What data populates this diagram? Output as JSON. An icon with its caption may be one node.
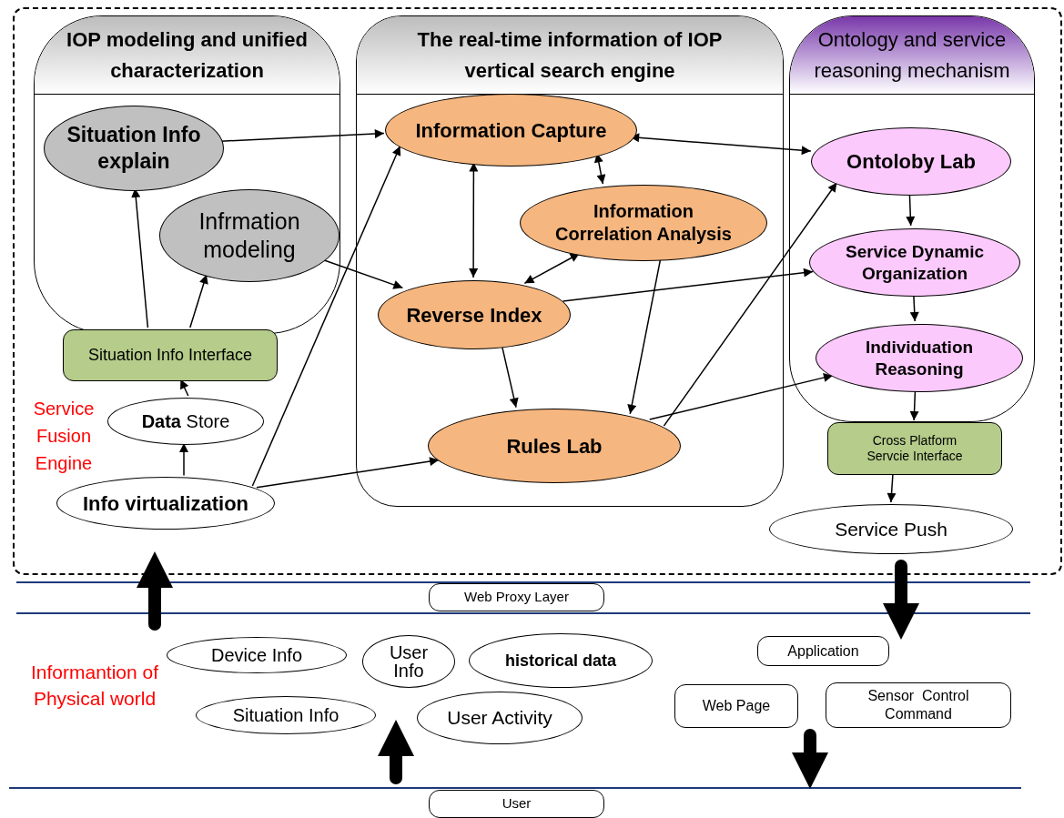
{
  "diagram": {
    "nodes": [
      {
        "text": [
          "Service Fusion Engine"
        ]
      },
      {
        "text": [
          "IOP modeling and unified characterization"
        ],
        "in": 0
      },
      {
        "text": [
          "The real-time information of IOP vertical search engine"
        ],
        "in": 0
      },
      {
        "text": [
          "Ontology and service reasoning mechanism"
        ],
        "in": 0
      },
      {
        "text": [
          "Situation Info explain"
        ],
        "in": 1
      },
      {
        "text": [
          "Infrmation modeling"
        ],
        "in": 1
      },
      {
        "text": [
          "Situation Info Interface"
        ],
        "in": 0
      },
      {
        "text": [
          "**Data** Store"
        ],
        "in": 0
      },
      {
        "text": [
          "Info virtualization"
        ],
        "in": 0
      },
      {
        "text": [
          "Information Capture"
        ],
        "in": 2
      },
      {
        "text": [
          "Information Correlation Analysis"
        ],
        "in": 2
      },
      {
        "text": [
          "Reverse Index"
        ],
        "in": 2
      },
      {
        "text": [
          "Rules Lab"
        ],
        "in": 2
      },
      {
        "text": [
          "Ontoloby Lab"
        ],
        "in": 3
      },
      {
        "text": [
          "Service Dynamic Organization"
        ],
        "in": 3
      },
      {
        "text": [
          "Individuation Reasoning"
        ],
        "in": 3
      },
      {
        "text": [
          "Cross Platform Servcie Interface"
        ],
        "in": 0
      },
      {
        "text": [
          "Service Push"
        ],
        "in": 0
      },
      {
        "text": [
          "Web Proxy Layer"
        ]
      },
      {
        "text": [
          "Device Info"
        ]
      },
      {
        "text": [
          "User Info"
        ]
      },
      {
        "text": [
          "historical data"
        ]
      },
      {
        "text": [
          "Situation Info"
        ]
      },
      {
        "text": [
          "User Activity"
        ]
      },
      {
        "text": [
          "Application"
        ]
      },
      {
        "text": [
          "Web Page"
        ]
      },
      {
        "text": [
          "Sensor  Control Command"
        ]
      },
      {
        "text": [
          "User"
        ]
      }
    ],
    "edges": [
      {
        "from": 4,
        "to": 9,
        "arrow": "to"
      },
      {
        "from": 6,
        "to": 4,
        "arrow": "to"
      },
      {
        "from": 6,
        "to": 5,
        "arrow": "to"
      },
      {
        "from": 7,
        "to": 6,
        "arrow": "to"
      },
      {
        "from": 8,
        "to": 7,
        "arrow": "to"
      },
      {
        "from": 8,
        "to": 9,
        "arrow": "to"
      },
      {
        "from": 8,
        "to": 12,
        "arrow": "to"
      },
      {
        "from": 5,
        "to": 11,
        "arrow": "to"
      },
      {
        "from": 9,
        "to": 11,
        "arrow": "both"
      },
      {
        "from": 9,
        "to": 10,
        "arrow": "both"
      },
      {
        "from": 10,
        "to": 11,
        "arrow": "both"
      },
      {
        "from": 10,
        "to": 12,
        "arrow": "to"
      },
      {
        "from": 11,
        "to": 12,
        "arrow": "to"
      },
      {
        "from": 9,
        "to": 13,
        "arrow": "both"
      },
      {
        "from": 11,
        "to": 14,
        "arrow": "to"
      },
      {
        "from": 12,
        "to": 13,
        "arrow": "to"
      },
      {
        "from": 12,
        "to": 15,
        "arrow": "to"
      },
      {
        "from": 13,
        "to": 14,
        "arrow": "to"
      },
      {
        "from": 14,
        "to": 15,
        "arrow": "to"
      },
      {
        "from": 15,
        "to": 16,
        "arrow": "to"
      },
      {
        "from": 16,
        "to": 17,
        "arrow": "to"
      },
      {
        "from": null,
        "to": 0,
        "arrow": "to",
        "style": "thick"
      },
      {
        "from": 0,
        "to": 24,
        "arrow": "to",
        "style": "thick"
      }
    ],
    "labels": [
      "Informantion of Physical world"
    ]
  }
}
